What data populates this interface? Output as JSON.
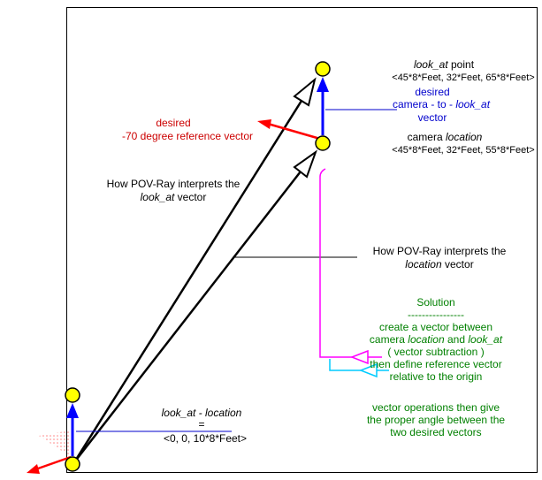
{
  "colors": {
    "point_fill": "#ffff00",
    "vector_blue": "#0000ff",
    "vector_red": "#ff0000",
    "vector_magenta": "#ff00ff",
    "vector_cyan": "#00ccff",
    "text_blue": "#0000cc",
    "text_red": "#cc0000",
    "text_green": "#008000",
    "outline": "#000000"
  },
  "labels": {
    "look_at_point": {
      "italic": "look_at",
      "rest": " point",
      "coords": "<45*8*Feet, 32*Feet, 65*8*Feet>"
    },
    "desired_camera": {
      "l1": "desired",
      "l2a": "camera - to - ",
      "l2b": "look_at",
      "l3": "vector"
    },
    "camera_location": {
      "plain": "camera ",
      "italic": "location",
      "coords": "<45*8*Feet, 32*Feet, 55*8*Feet>"
    },
    "desired_reference": {
      "l1": "desired",
      "l2": "-70 degree reference vector"
    },
    "interpret_look_at": {
      "l1": "How POV-Ray interprets the",
      "l2_italic": "look_at",
      "l2_rest": " vector"
    },
    "interpret_location": {
      "l1": "How POV-Ray interprets the",
      "l2_italic": "location",
      "l2_rest": " vector"
    },
    "solution": {
      "title": "Solution",
      "divider": "----------------",
      "p1_l1": "create a vector between",
      "p1_l2a": "camera ",
      "p1_l2b": "location",
      "p1_l2c": " and ",
      "p1_l2d": "look_at",
      "p1_l3": "( vector subtraction )",
      "p1_l4": "then define reference vector",
      "p1_l5": "relative to the origin",
      "p2_l1": "vector operations then give",
      "p2_l2": "the proper angle between the",
      "p2_l3": "two desired vectors"
    },
    "difference": {
      "l1": "look_at - location",
      "l2": "=",
      "l3": "<0, 0, 10*8*Feet>"
    }
  }
}
